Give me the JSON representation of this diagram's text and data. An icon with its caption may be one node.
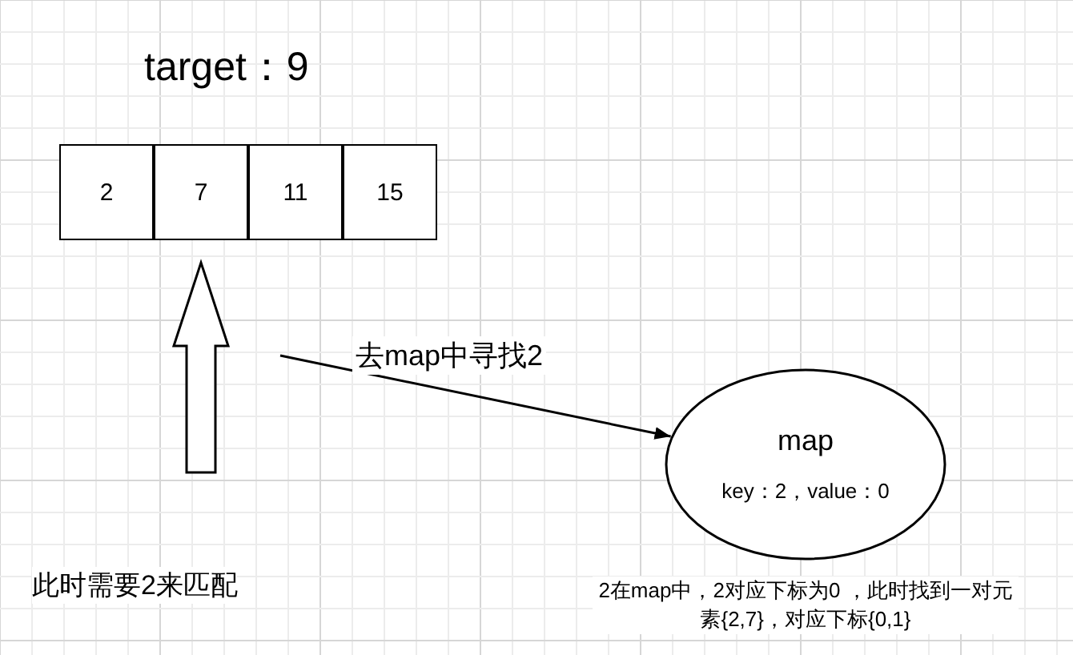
{
  "diagram": {
    "title": "target：9",
    "nodes": [
      {
        "text": [
          "2"
        ]
      },
      {
        "text": [
          "7"
        ]
      },
      {
        "text": [
          "11"
        ]
      },
      {
        "text": [
          "15"
        ]
      },
      {
        "text": [
          "map",
          "key：2，value：0"
        ],
        "beside": [
          "2在map中，2对应下标为0 ，此时找到一对元素{2,7}，对应下标{0,1}"
        ]
      }
    ],
    "edges": [
      {
        "from": null,
        "to": 1,
        "arrow": "to",
        "style": "thick"
      },
      {
        "from": null,
        "to": 4,
        "arrow": "to",
        "label": "去map中寻找2"
      }
    ],
    "labels": [
      "此时需要2来匹配"
    ]
  }
}
